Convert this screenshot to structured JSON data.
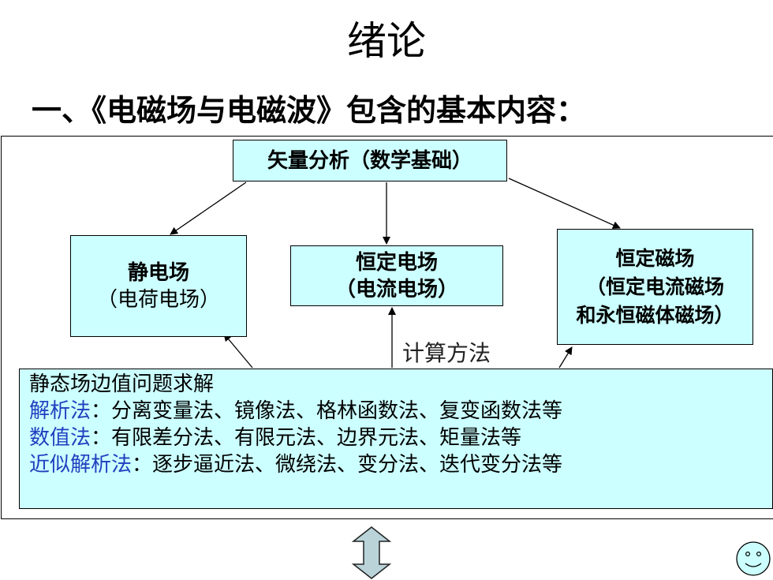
{
  "title": "绪论",
  "subtitle": "一、《电磁场与电磁波》包含的基本内容：",
  "boxes": {
    "vector": {
      "line1": "矢量分析（数学基础）"
    },
    "static": {
      "line1": "静电场",
      "line2": "（电荷电场）"
    },
    "current": {
      "line1": "恒定电场",
      "line2": "（电流电场）"
    },
    "magnetic": {
      "line1": "恒定磁场",
      "line2": "（恒定电流磁场",
      "line3": "和永恒磁体磁场）"
    }
  },
  "method_label": "计算方法",
  "solve": {
    "heading": "静态场边值问题求解",
    "rows": [
      {
        "name": "解析法",
        "sep": "：",
        "items": "分离变量法、镜像法、格林函数法、复变函数法等"
      },
      {
        "name": "数值法",
        "sep": "：",
        "items": "有限差分法、有限元法、边界元法、矩量法等"
      },
      {
        "name": "近似解析法",
        "sep": "：",
        "items": "逐步逼近法、微绕法、变分法、迭代变分法等"
      }
    ]
  },
  "colors": {
    "box_fill": "#ccffff",
    "method_name": "#1f3fbf",
    "arrow_fill": "#b9d3d9"
  },
  "icons": [
    "double-arrow-icon",
    "smiley-icon"
  ]
}
